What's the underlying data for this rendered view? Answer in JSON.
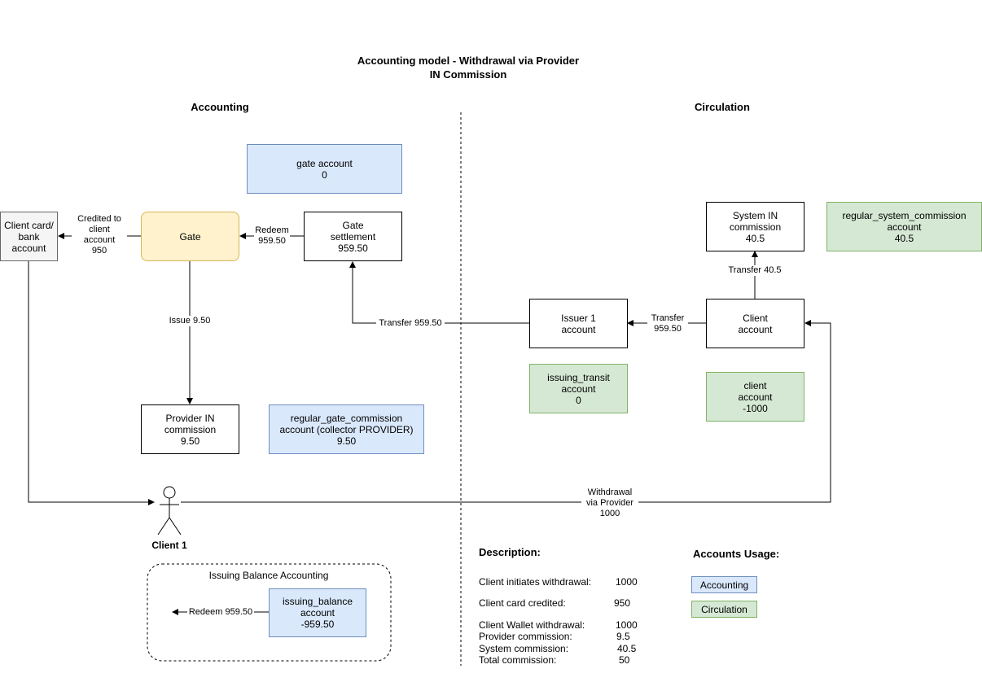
{
  "title": "Accounting model - Withdrawal via Provider\nIN Commission",
  "section_accounting": "Accounting",
  "section_circulation": "Circulation",
  "boxes": {
    "gate_account": "gate account\n0",
    "client_card": "Client card/\nbank\naccount",
    "gate": "Gate",
    "gate_settlement": "Gate\nsettlement\n959.50",
    "provider_in_commission": "Provider IN\ncommission\n9.50",
    "regular_gate_commission": "regular_gate_commission\naccount (collector PROVIDER)\n9.50",
    "system_in_commission": "System IN\ncommission\n40.5",
    "regular_system_commission": "regular_system_commission\naccount\n40.5",
    "issuer_account": "Issuer 1\naccount",
    "client_account": "Client\naccount",
    "issuing_transit": "issuing_transit\naccount\n0",
    "client_account_green": "client\naccount\n-1000",
    "issuing_balance": "issuing_balance\naccount\n-959.50"
  },
  "edge_labels": {
    "credited": "Credited to\nclient\naccount\n950",
    "redeem": "Redeem\n959.50",
    "issue": "Issue 9.50",
    "transfer_959": "Transfer 959.50",
    "transfer_issuer": "Transfer\n959.50",
    "transfer_40": "Transfer 40.5",
    "withdrawal": "Withdrawal\nvia Provider\n1000",
    "redeem_balance": "Redeem 959.50"
  },
  "actor": {
    "label": "Client 1"
  },
  "issuing_group": {
    "title": "Issuing Balance Accounting"
  },
  "description": {
    "heading": "Description:",
    "rows": [
      {
        "label": "Client initiates withdrawal:",
        "value": "1000"
      },
      {
        "label": "Client card credited:",
        "value": "950"
      },
      {
        "label": "Client Wallet withdrawal:",
        "value": "1000"
      },
      {
        "label": "Provider commission:",
        "value": "9.5"
      },
      {
        "label": "System commission:",
        "value": "40.5"
      },
      {
        "label": "Total commission:",
        "value": "50"
      }
    ]
  },
  "usage": {
    "heading": "Accounts Usage:",
    "accounting": "Accounting",
    "circulation": "Circulation"
  },
  "colors": {
    "blue_fill": "#dae8fc",
    "blue_stroke": "#6c8ebf",
    "green_fill": "#d5e8d4",
    "green_stroke": "#82b366",
    "yellow_fill": "#fff2cc",
    "yellow_stroke": "#d6b656"
  }
}
